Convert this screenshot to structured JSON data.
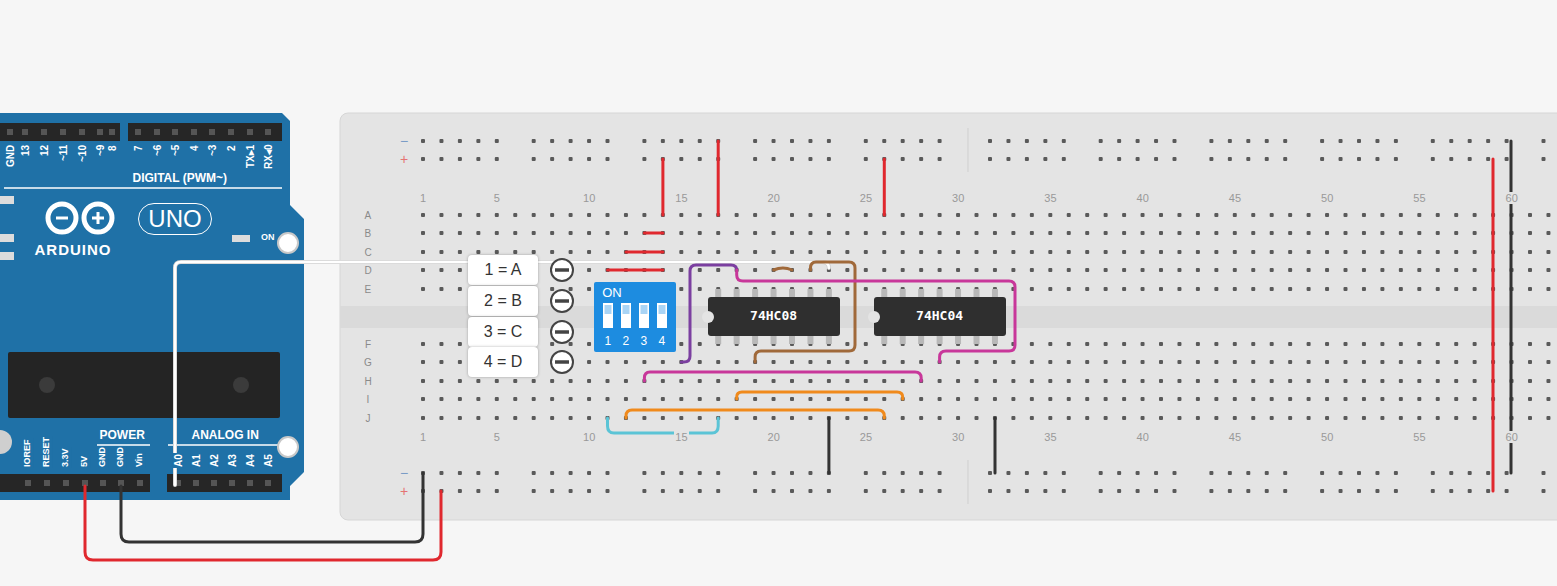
{
  "diagram": {
    "nodes": [
      {
        "text": [
          "ARDUINO",
          "UNO"
        ]
      },
      {
        "text": [
          "1 = A"
        ]
      },
      {
        "text": [
          "2 = B"
        ]
      },
      {
        "text": [
          "3 = C"
        ]
      },
      {
        "text": [
          "4 = D"
        ]
      },
      {
        "text": [
          "ON"
        ]
      },
      {
        "text": [
          "74HC08"
        ]
      },
      {
        "text": [
          "74HC04"
        ]
      }
    ],
    "labels": [
      "1",
      "5",
      "10",
      "15",
      "20",
      "25",
      "30",
      "35",
      "40",
      "45",
      "50",
      "55",
      "60",
      "1",
      "5",
      "10",
      "15",
      "20",
      "25",
      "30",
      "35",
      "40",
      "45",
      "50",
      "55",
      "60",
      "A",
      "B",
      "C",
      "D",
      "E",
      "F",
      "G",
      "H",
      "I",
      "J",
      "−",
      "+",
      "−",
      "+",
      "GND",
      "13",
      "12",
      "~11",
      "~10",
      "~9",
      "8",
      "7",
      "~6",
      "~5",
      "4",
      "~3",
      "2",
      "TX▸1",
      "RX◂0",
      "DIGITAL (PWM~)",
      "ON",
      "POWER",
      "ANALOG IN",
      "IOREF",
      "RESET",
      "3.3V",
      "5V",
      "GND",
      "GND",
      "Vin",
      "A0",
      "A1",
      "A2",
      "A3",
      "A4",
      "A5",
      "1",
      "2",
      "3",
      "4"
    ]
  }
}
